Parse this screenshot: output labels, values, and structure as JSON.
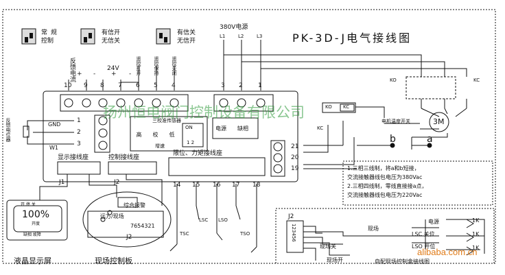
{
  "title": "PK-3D-J电气接线图",
  "dip": [
    {
      "top": "常",
      "bottom": "控制",
      "side": "规"
    },
    {
      "top": "有信开",
      "bottom": "无信关"
    },
    {
      "top": "有信关",
      "bottom": "无信开"
    }
  ],
  "power": {
    "label": "380V电源",
    "phases": [
      "L1",
      "L2",
      "L3"
    ]
  },
  "voltage_label": "24V",
  "top_label": "反馈电流",
  "remote_labels": [
    "遥控打开",
    "遥控保持",
    "遥控关闭"
  ],
  "terminals_top": [
    "10",
    "9",
    "8",
    "7",
    "6",
    "5",
    "4"
  ],
  "terminals_power": [
    "3",
    "2",
    "1"
  ],
  "terminals_left": [
    "1",
    "2",
    "3"
  ],
  "terminals_right": [
    "21",
    "20",
    "19"
  ],
  "terminals_bottom": [
    "14",
    "15",
    "16",
    "17",
    "18"
  ],
  "signs": [
    "+",
    "-",
    "+",
    "-"
  ],
  "labels": {
    "gnd": "GND",
    "w1": "W1",
    "feedback_pot": "反馈电位器",
    "calibration": "三校准传感器",
    "on": "ON",
    "dip_numbers": "1 2",
    "high": "高",
    "calib": "校",
    "low": "低",
    "speed": "增速",
    "power_box": "电源",
    "phase_loss": "缺相",
    "kc1": "KC",
    "kc2": "KC",
    "kc3": "KC",
    "ko1": "KO",
    "ko2": "KO",
    "motor_terminal": "电机温度开关",
    "motor": "3M",
    "b": "b",
    "a": "a",
    "display_socket": "显示接线座",
    "control_socket": "控制接线座",
    "limit_socket": "限位、力矩接线座",
    "j1": "J1",
    "j2": "J2",
    "j2b": "J2",
    "j2c": "J2",
    "lcd_value": "100%",
    "lcd_top": "开 停 关",
    "lcd_mid": "开度",
    "lcd_bottom": "缺相 故障",
    "alarm": "综合报警",
    "remote_local": "远方/现场",
    "seq": "7654321",
    "seq_side": "123456",
    "lsc": "LSC",
    "lso": "LSO",
    "tsc": "TSC",
    "tso": "TSO",
    "local": "现场",
    "local_close": "现场关",
    "local_open": "现场开",
    "power_right": "电源",
    "lsc_off": "LSC 关位",
    "lso_on": "LSO 开位",
    "k1": "1K",
    "k2": "1K",
    "k3": "1K",
    "lcd_caption": "液晶显示屏",
    "panel_caption": "现场控制板",
    "box_caption": "自配现场控制盒接线图"
  },
  "note_lines": [
    "1.三相三线制，将a和b短接，",
    "  交流接触器线包电压为380Vac",
    "2.三相四线制，零线直接接a点，",
    "  交流接触器线包电压为220Vac"
  ],
  "watermark": "扬州恒电阀门控制设备有限公司",
  "watermark_site": "alibaba.com.cn"
}
